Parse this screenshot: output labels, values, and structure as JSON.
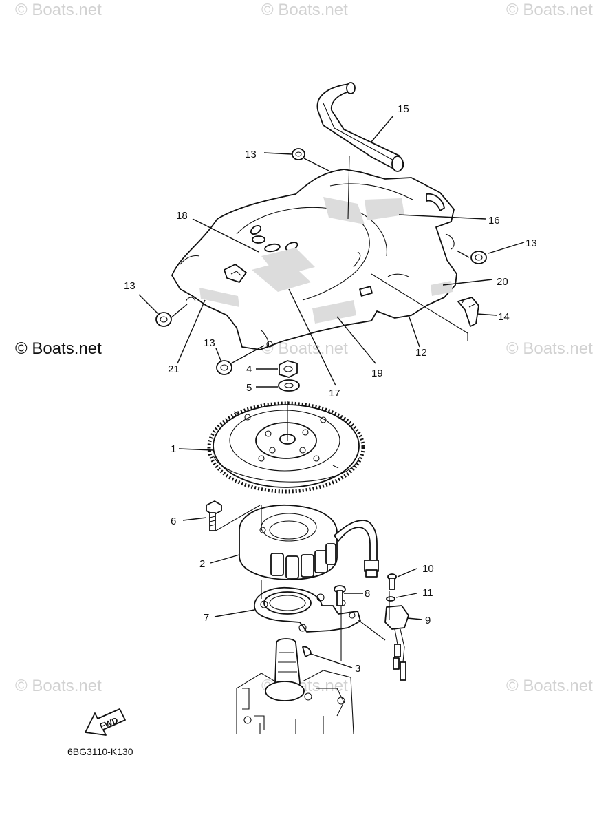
{
  "watermarks": {
    "top_left": "© Boats.net",
    "top_center": "© Boats.net",
    "top_right": "© Boats.net",
    "mid_left": "© Boats.net",
    "mid_center": "© Boats.net",
    "mid_right": "© Boats.net",
    "bottom_left": "© Boats.net",
    "bottom_center": "© Boats.net",
    "bottom_right": "© Boats.net"
  },
  "callouts": {
    "p1": "1",
    "p2": "2",
    "p3": "3",
    "p4": "4",
    "p5": "5",
    "p6": "6",
    "p7": "7",
    "p8": "8",
    "p9": "9",
    "p10": "10",
    "p11": "11",
    "p12": "12",
    "p13a": "13",
    "p13b": "13",
    "p13c": "13",
    "p13d": "13",
    "p14": "14",
    "p15": "15",
    "p16": "16",
    "p17": "17",
    "p18": "18",
    "p19": "19",
    "p20": "20",
    "p21": "21"
  },
  "fwd_label": "FWD",
  "diagram_code": "6BG3110-K130"
}
